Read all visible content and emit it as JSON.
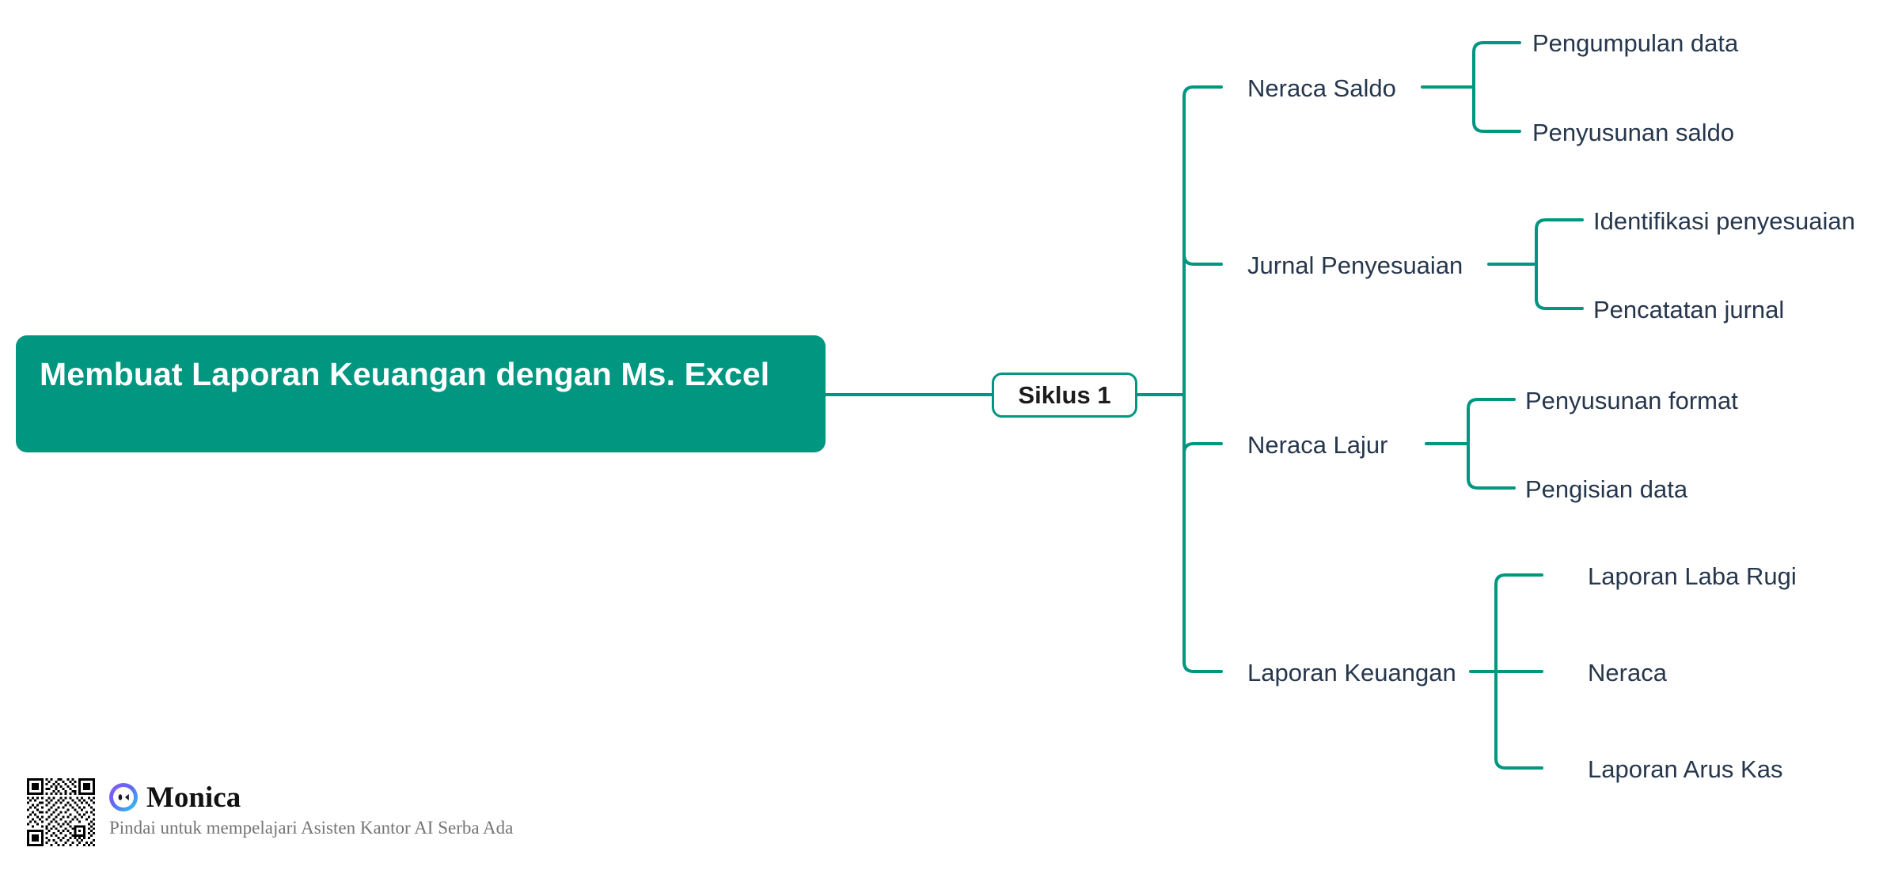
{
  "mindmap": {
    "root": {
      "label": "Membuat Laporan Keuangan dengan Ms. Excel",
      "color": "#019680",
      "text_color": "#ffffff"
    },
    "center": {
      "label": "Siklus 1",
      "border_color": "#019680",
      "background": "#ffffff",
      "text_color": "#1c1c1c"
    },
    "connector_color": "#019680",
    "label_color": "#26374d",
    "branches": [
      {
        "label": "Neraca Saldo",
        "children": [
          {
            "label": "Pengumpulan data"
          },
          {
            "label": "Penyusunan saldo"
          }
        ]
      },
      {
        "label": "Jurnal Penyesuaian",
        "children": [
          {
            "label": "Identifikasi penyesuaian"
          },
          {
            "label": "Pencatatan jurnal"
          }
        ]
      },
      {
        "label": "Neraca Lajur",
        "children": [
          {
            "label": "Penyusunan format"
          },
          {
            "label": "Pengisian data"
          }
        ]
      },
      {
        "label": "Laporan Keuangan",
        "children": [
          {
            "label": "Laporan Laba Rugi"
          },
          {
            "label": "Neraca"
          },
          {
            "label": "Laporan Arus Kas"
          }
        ]
      }
    ]
  },
  "footer": {
    "brand": "Monica",
    "tagline": "Pindai untuk mempelajari Asisten Kantor AI Serba Ada",
    "qr_icon": "qr-code-icon",
    "logo_icon": "monica-logo-icon"
  }
}
